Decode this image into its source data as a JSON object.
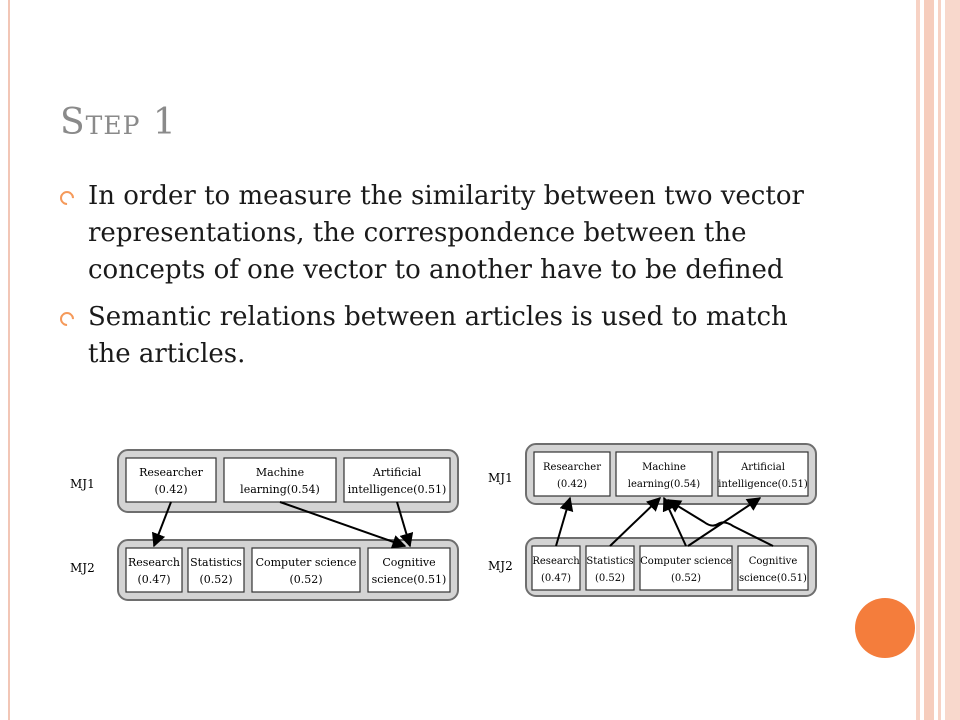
{
  "slide": {
    "title": "Step 1",
    "bullets": [
      "In order to measure the similarity between two vector representations, the correspondence between the concepts of one vector to another have to be defined",
      "Semantic relations between articles is used to match the articles."
    ]
  },
  "diagrams": {
    "left": {
      "row_labels": [
        "MJ1",
        "MJ2"
      ],
      "mj1": [
        {
          "l1": "Researcher",
          "l2": "(0.42)"
        },
        {
          "l1": "Machine",
          "l2": "learning(0.54)"
        },
        {
          "l1": "Artificial",
          "l2": "intelligence(0.51)"
        }
      ],
      "mj2": [
        {
          "l1": "Research",
          "l2": "(0.47)"
        },
        {
          "l1": "Statistics",
          "l2": "(0.52)"
        },
        {
          "l1": "Computer science",
          "l2": "(0.52)"
        },
        {
          "l1": "Cognitive",
          "l2": "science(0.51)"
        }
      ]
    },
    "right": {
      "row_labels": [
        "MJ1",
        "MJ2"
      ],
      "mj1": [
        {
          "l1": "Researcher",
          "l2": "(0.42)"
        },
        {
          "l1": "Machine",
          "l2": "learning(0.54)"
        },
        {
          "l1": "Artificial",
          "l2": "intelligence(0.51)"
        }
      ],
      "mj2": [
        {
          "l1": "Research",
          "l2": "(0.47)"
        },
        {
          "l1": "Statistics",
          "l2": "(0.52)"
        },
        {
          "l1": "Computer science",
          "l2": "(0.52)"
        },
        {
          "l1": "Cognitive",
          "l2": "science(0.51)"
        }
      ]
    }
  },
  "colors": {
    "accent": "#f47d3c",
    "stripe": "#f7d2c4",
    "title": "#8a8a8a",
    "panel_fill": "#d4d4d4",
    "panel_stroke": "#6e6e6e"
  }
}
